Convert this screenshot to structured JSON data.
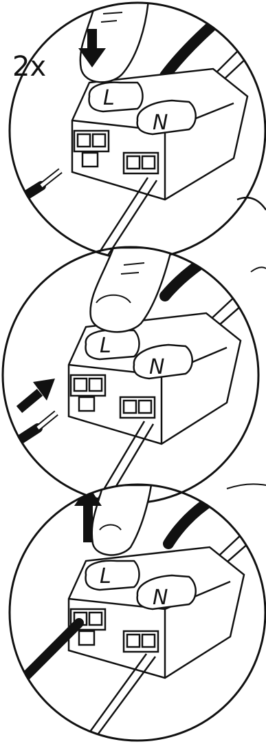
{
  "step1": {
    "count_label": "2x",
    "key_left": "L",
    "key_right": "N"
  },
  "step2": {
    "key_left": "L",
    "key_right": "N"
  },
  "step3": {
    "key_left": "L",
    "key_right": "N"
  }
}
